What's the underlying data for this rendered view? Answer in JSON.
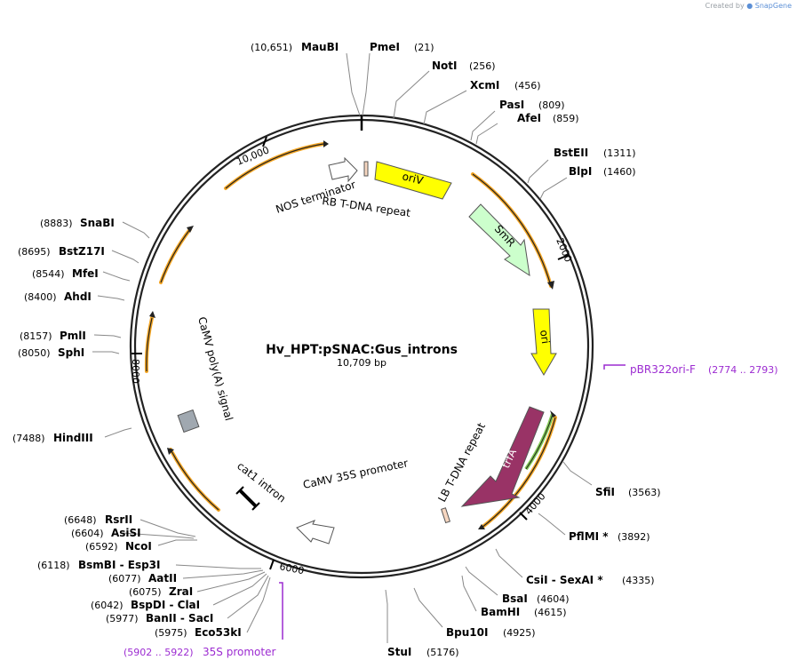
{
  "credit": {
    "prefix": "Created by",
    "brand": "SnapGene"
  },
  "plasmid": {
    "name": "Hv_HPT:pSNAC:Gus_introns",
    "length_label": "10,709 bp",
    "length": 10709
  },
  "ticks": [
    {
      "label": "2000",
      "pos": 2000
    },
    {
      "label": "4000",
      "pos": 4000
    },
    {
      "label": "6000",
      "pos": 6000
    },
    {
      "label": "8000",
      "pos": 8000
    },
    {
      "label": "10,000",
      "pos": 10000
    }
  ],
  "features": [
    {
      "name": "oriV",
      "type": "yellow-arrow"
    },
    {
      "name": "SmR",
      "type": "green-arrow"
    },
    {
      "name": "ori",
      "type": "yellow-arrow"
    },
    {
      "name": "trfA",
      "type": "purple-arrow"
    },
    {
      "name": "LB T-DNA repeat",
      "type": "small-box"
    },
    {
      "name": "CaMV 35S promoter",
      "type": "white-arrow"
    },
    {
      "name": "cat1 intron",
      "type": "intron"
    },
    {
      "name": "CaMV poly(A) signal",
      "type": "gray-box"
    },
    {
      "name": "NOS terminator",
      "type": "white-arrow"
    },
    {
      "name": "RB T-DNA repeat",
      "type": "small-box"
    }
  ],
  "sites": [
    {
      "name": "MauBI",
      "pos": "(10,651)"
    },
    {
      "name": "PmeI",
      "pos": "(21)"
    },
    {
      "name": "NotI",
      "pos": "(256)"
    },
    {
      "name": "XcmI",
      "pos": "(456)"
    },
    {
      "name": "PasI",
      "pos": "(809)"
    },
    {
      "name": "AfeI",
      "pos": "(859)"
    },
    {
      "name": "BstEII",
      "pos": "(1311)"
    },
    {
      "name": "BlpI",
      "pos": "(1460)"
    },
    {
      "name": "SfiI",
      "pos": "(3563)"
    },
    {
      "name": "PflMI *",
      "pos": "(3892)"
    },
    {
      "name": "CsiI - SexAI *",
      "pos": "(4335)"
    },
    {
      "name": "BsaI",
      "pos": "(4604)"
    },
    {
      "name": "BamHI",
      "pos": "(4615)"
    },
    {
      "name": "Bpu10I",
      "pos": "(4925)"
    },
    {
      "name": "StuI",
      "pos": "(5176)"
    },
    {
      "name": "SnaBI",
      "pos": "(8883)"
    },
    {
      "name": "BstZ17I",
      "pos": "(8695)"
    },
    {
      "name": "MfeI",
      "pos": "(8544)"
    },
    {
      "name": "AhdI",
      "pos": "(8400)"
    },
    {
      "name": "PmlI",
      "pos": "(8157)"
    },
    {
      "name": "SphI",
      "pos": "(8050)"
    },
    {
      "name": "HindIII",
      "pos": "(7488)"
    },
    {
      "name": "RsrII",
      "pos": "(6648)"
    },
    {
      "name": "AsiSI",
      "pos": "(6604)"
    },
    {
      "name": "NcoI",
      "pos": "(6592)"
    },
    {
      "name": "BsmBI - Esp3I",
      "pos": "(6118)"
    },
    {
      "name": "AatII",
      "pos": "(6077)"
    },
    {
      "name": "ZraI",
      "pos": "(6075)"
    },
    {
      "name": "BspDI - ClaI",
      "pos": "(6042)"
    },
    {
      "name": "BanII - SacI",
      "pos": "(5977)"
    },
    {
      "name": "Eco53kI",
      "pos": "(5975)"
    }
  ],
  "primers": [
    {
      "name": "pBR322ori-F",
      "range": "(2774 .. 2793)"
    },
    {
      "name": "35S promoter",
      "range": "(5902 .. 5922)"
    }
  ],
  "colors": {
    "orf_arc": "#f5a623",
    "yellow_feature": "#ffff00",
    "green_feature": "#ccffcc",
    "trfA": "#993366",
    "primer": "#9c2bd1",
    "gray_feature": "#a0a8b0",
    "small_box": "#f6d6c0"
  }
}
